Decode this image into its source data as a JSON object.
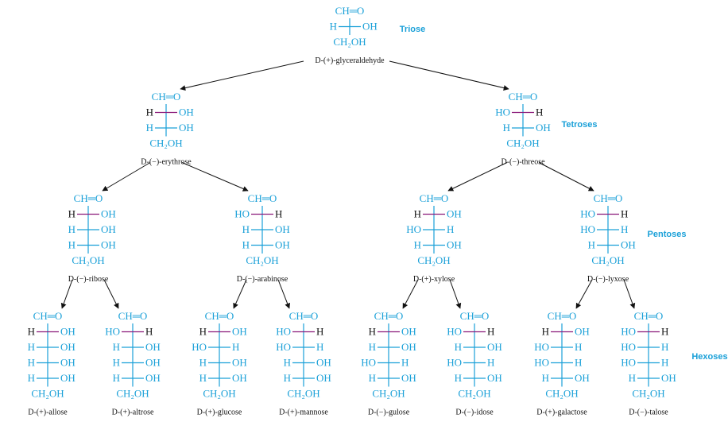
{
  "colors": {
    "fischer": "#1aa0d8",
    "stereocenter_h_bond": "#8b1a7a",
    "names": "#111111"
  },
  "level_labels": [
    "Triose",
    "Tetroses",
    "Pentoses",
    "Hexoses"
  ],
  "top_group": "CH═O",
  "bottom_group": "CH₂OH",
  "tiers": [
    {
      "level_label": "Triose",
      "sugars": [
        {
          "name": "D-(+)-glyceraldehyde",
          "left": [
            "H"
          ],
          "right": [
            "OH"
          ]
        }
      ]
    },
    {
      "level_label": "Tetroses",
      "sugars": [
        {
          "name": "D-(−)-erythrose",
          "left": [
            "H",
            "H"
          ],
          "right": [
            "OH",
            "OH"
          ]
        },
        {
          "name": "D-(−)-threose",
          "left": [
            "HO",
            "H"
          ],
          "right": [
            "H",
            "OH"
          ]
        }
      ]
    },
    {
      "level_label": "Pentoses",
      "sugars": [
        {
          "name": "D-(−)-ribose",
          "left": [
            "H",
            "H",
            "H"
          ],
          "right": [
            "OH",
            "OH",
            "OH"
          ]
        },
        {
          "name": "D-(−)-arabinose",
          "left": [
            "HO",
            "H",
            "H"
          ],
          "right": [
            "H",
            "OH",
            "OH"
          ]
        },
        {
          "name": "D-(+)-xylose",
          "left": [
            "H",
            "HO",
            "H"
          ],
          "right": [
            "OH",
            "H",
            "OH"
          ]
        },
        {
          "name": "D-(−)-lyxose",
          "left": [
            "HO",
            "HO",
            "H"
          ],
          "right": [
            "H",
            "H",
            "OH"
          ]
        }
      ]
    },
    {
      "level_label": "Hexoses",
      "sugars": [
        {
          "name": "D-(+)-allose",
          "left": [
            "H",
            "H",
            "H",
            "H"
          ],
          "right": [
            "OH",
            "OH",
            "OH",
            "OH"
          ]
        },
        {
          "name": "D-(+)-altrose",
          "left": [
            "HO",
            "H",
            "H",
            "H"
          ],
          "right": [
            "H",
            "OH",
            "OH",
            "OH"
          ]
        },
        {
          "name": "D-(+)-glucose",
          "left": [
            "H",
            "HO",
            "H",
            "H"
          ],
          "right": [
            "OH",
            "H",
            "OH",
            "OH"
          ]
        },
        {
          "name": "D-(+)-mannose",
          "left": [
            "HO",
            "HO",
            "H",
            "H"
          ],
          "right": [
            "H",
            "H",
            "OH",
            "OH"
          ]
        },
        {
          "name": "D-(−)-gulose",
          "left": [
            "H",
            "H",
            "HO",
            "H"
          ],
          "right": [
            "OH",
            "OH",
            "H",
            "OH"
          ]
        },
        {
          "name": "D-(−)-idose",
          "left": [
            "HO",
            "H",
            "HO",
            "H"
          ],
          "right": [
            "H",
            "OH",
            "H",
            "OH"
          ]
        },
        {
          "name": "D-(+)-galactose",
          "left": [
            "H",
            "HO",
            "HO",
            "H"
          ],
          "right": [
            "OH",
            "H",
            "H",
            "OH"
          ]
        },
        {
          "name": "D-(−)-talose",
          "left": [
            "HO",
            "HO",
            "HO",
            "H"
          ],
          "right": [
            "H",
            "H",
            "H",
            "OH"
          ]
        }
      ]
    }
  ]
}
